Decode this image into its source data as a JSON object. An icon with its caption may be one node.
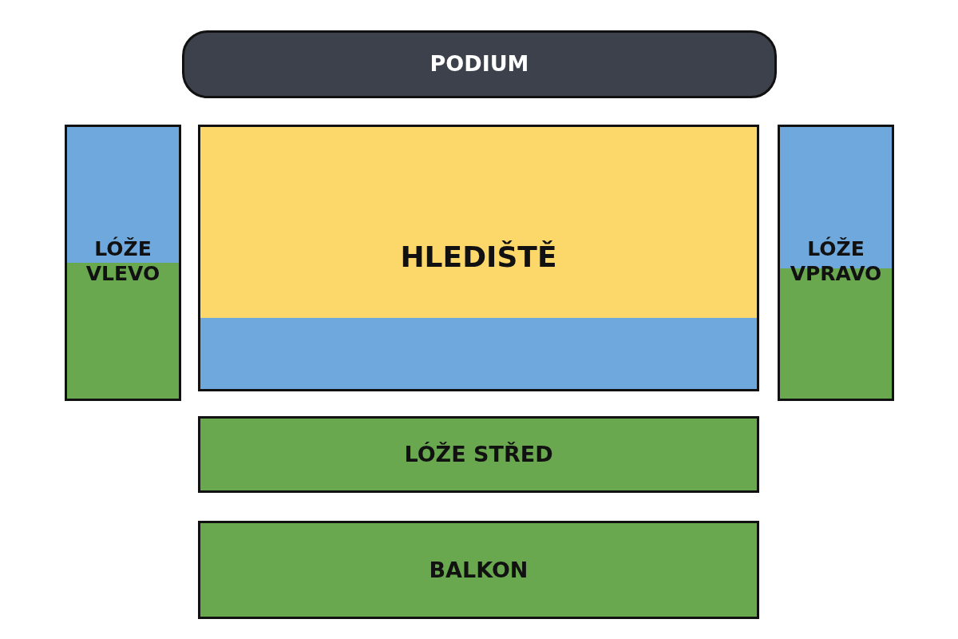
{
  "diagram": {
    "nodes": [
      {
        "text": [
          "PODIUM"
        ]
      },
      {
        "text": [
          "LÓŽE VLEVO"
        ]
      },
      {
        "text": [
          "HLEDIŠTĚ"
        ]
      },
      {
        "text": [
          "LÓŽE VPRAVO"
        ]
      },
      {
        "text": [
          "LÓŽE STŘED"
        ]
      },
      {
        "text": [
          "BALKON"
        ]
      }
    ]
  }
}
